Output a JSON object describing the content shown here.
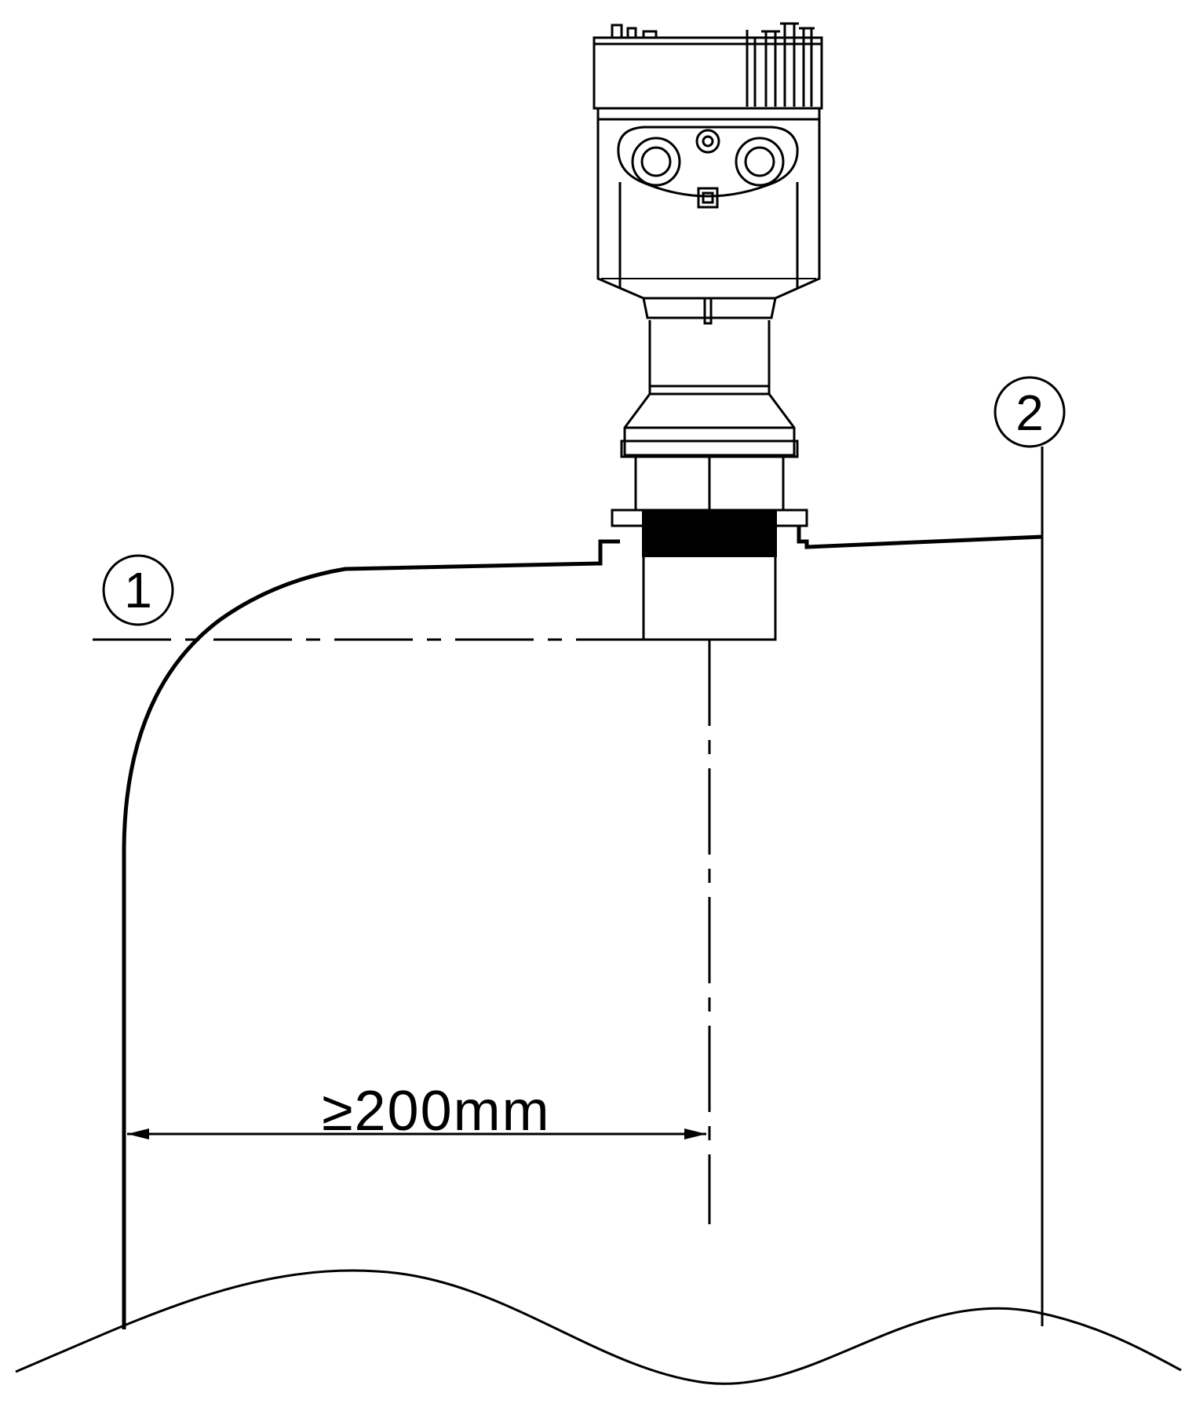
{
  "diagram": {
    "callouts": {
      "one": "1",
      "two": "2"
    },
    "dimension": {
      "label": "≥200mm"
    }
  }
}
